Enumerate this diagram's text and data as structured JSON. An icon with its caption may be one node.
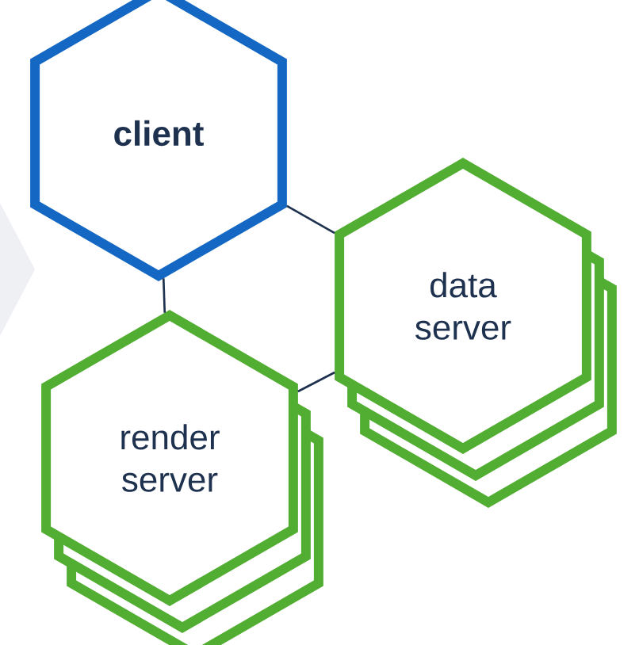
{
  "diagram": {
    "nodes": [
      {
        "text": [
          "client"
        ]
      },
      {
        "text": [
          "data server"
        ]
      },
      {
        "text": [
          "render server"
        ]
      }
    ],
    "edges": [
      {
        "from": 0,
        "to": 1,
        "arrow": "none"
      },
      {
        "from": 0,
        "to": 2,
        "arrow": "none"
      },
      {
        "from": 2,
        "to": 1,
        "arrow": "none"
      }
    ]
  }
}
